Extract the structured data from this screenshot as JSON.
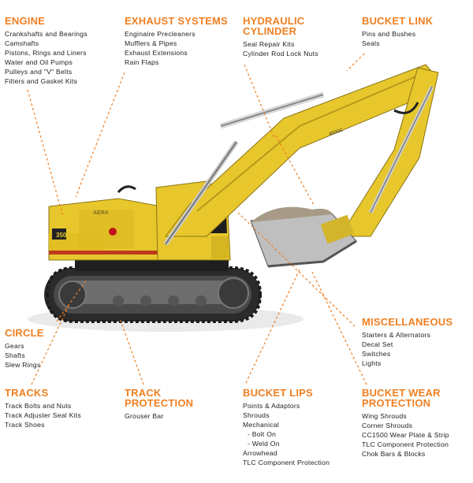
{
  "sections": {
    "engine": {
      "title": "ENGINE",
      "items": [
        "Crankshafts and Bearings",
        "Camshafts",
        "Pistons, Rings and Liners",
        "Water and Oil Pumps",
        "Pulleys and \"V\" Belts",
        "Filters and Gasket Kits"
      ]
    },
    "exhaust": {
      "title": "EXHAUST SYSTEMS",
      "items": [
        "Enginaire Precleaners",
        "Mufflers & Pipes",
        "Exhaust Extensions",
        "Rain Flaps"
      ]
    },
    "hydraulic": {
      "title": "HYDRAULIC\nCYLINDER",
      "items": [
        "Seal Repair Kits",
        "Cylinder Rod Lock Nuts"
      ]
    },
    "bucket_link": {
      "title": "BUCKET LINK",
      "items": [
        "Pins and Bushes",
        "Seals"
      ]
    },
    "circle": {
      "title": "CIRCLE",
      "items": [
        "Gears",
        "Shafts",
        "Slew Rings"
      ]
    },
    "misc": {
      "title": "MISCELLANEOUS",
      "items": [
        "Starters & Alternators",
        "Decal Set",
        "Switches",
        "Lights"
      ]
    },
    "tracks": {
      "title": "TRACKS",
      "items": [
        "Track Bolts and Nuts",
        "Track Adjuster Seal Kits",
        "Track Shoes"
      ]
    },
    "track_protection": {
      "title": "TRACK\nPROTECTION",
      "items": [
        "Grouser Bar"
      ]
    },
    "bucket_lips": {
      "title": "BUCKET LIPS",
      "items": [
        "Points & Adaptors",
        "Shrouds",
        "Mechanical",
        "- Bolt On",
        "- Weld On",
        "Arrowhead",
        "TLC Component Protection"
      ]
    },
    "bucket_wear": {
      "title": "BUCKET WEAR\nPROTECTION",
      "items": [
        "Wing Shrouds",
        "Corner Shrouds",
        "CC1500 Wear Plate & Strip",
        "TLC Component Protection",
        "Chok Bars & Blocks"
      ]
    }
  },
  "machine_labels": {
    "model": "350",
    "brand": "AERA",
    "boom_text": "400SC"
  },
  "colors": {
    "accent": "#f07f21",
    "machine_yellow": "#e7c72c",
    "text": "#222222"
  }
}
